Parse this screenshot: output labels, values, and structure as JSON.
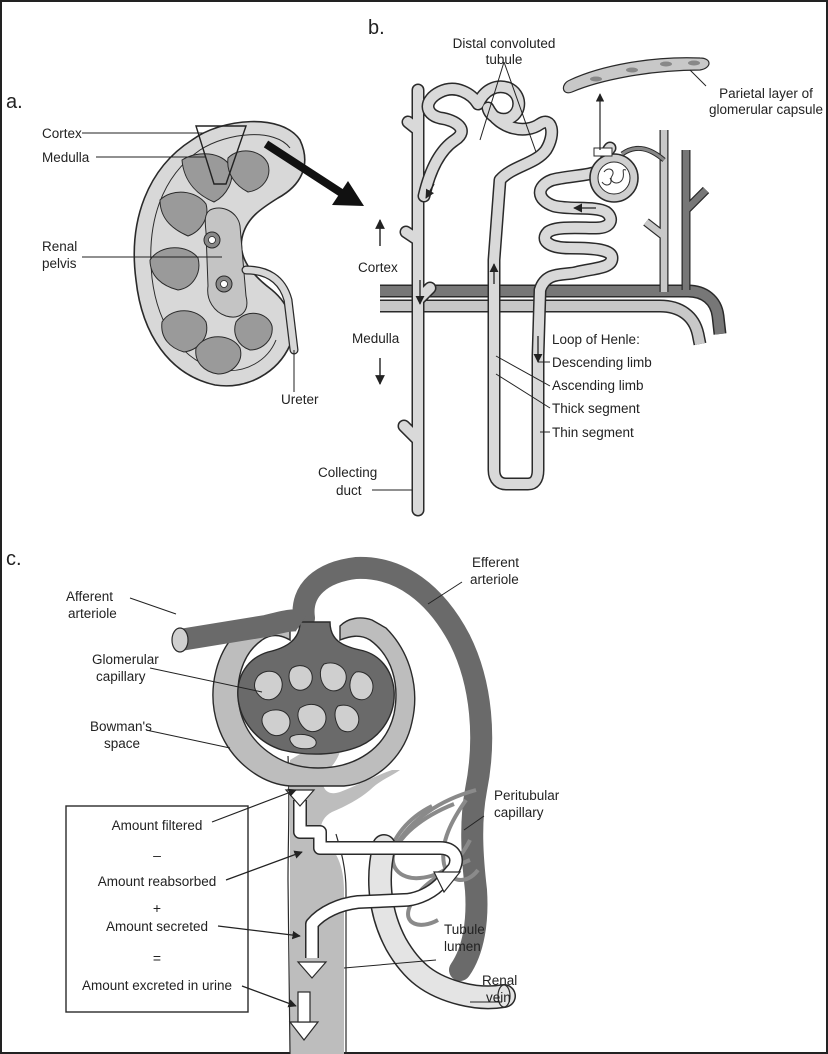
{
  "panels": {
    "a": "a.",
    "b": "b.",
    "c": "c."
  },
  "panel_a": {
    "cortex": "Cortex",
    "medulla": "Medulla",
    "renal_pelvis_1": "Renal",
    "renal_pelvis_2": "pelvis",
    "ureter": "Ureter"
  },
  "panel_b": {
    "distal_1": "Distal convoluted",
    "distal_2": "tubule",
    "parietal_1": "Parietal layer of",
    "parietal_2": "glomerular capsule",
    "cortex": "Cortex",
    "medulla": "Medulla",
    "loop_title": "Loop of Henle:",
    "descending": "Descending limb",
    "ascending": "Ascending limb",
    "thick": "Thick segment",
    "thin": "Thin segment",
    "collecting_1": "Collecting",
    "collecting_2": "duct"
  },
  "panel_c": {
    "afferent_1": "Afferent",
    "afferent_2": "arteriole",
    "efferent_1": "Efferent",
    "efferent_2": "arteriole",
    "glomerular_1": "Glomerular",
    "glomerular_2": "capillary",
    "bowman_1": "Bowman's",
    "bowman_2": "space",
    "peritubular_1": "Peritubular",
    "peritubular_2": "capillary",
    "tubule_1": "Tubule",
    "tubule_2": "lumen",
    "renal_vein_1": "Renal",
    "renal_vein_2": "vein",
    "equation": {
      "filtered": "Amount filtered",
      "minus": "–",
      "reabsorbed": "Amount reabsorbed",
      "plus": "+",
      "secreted": "Amount secreted",
      "equals": "=",
      "excreted": "Amount excreted in urine"
    }
  },
  "colors": {
    "dark_vessel": "#6a6a6a",
    "mid_gray": "#a8a8a8",
    "light_gray": "#d9d9d9",
    "outline": "#2a2a2a"
  }
}
